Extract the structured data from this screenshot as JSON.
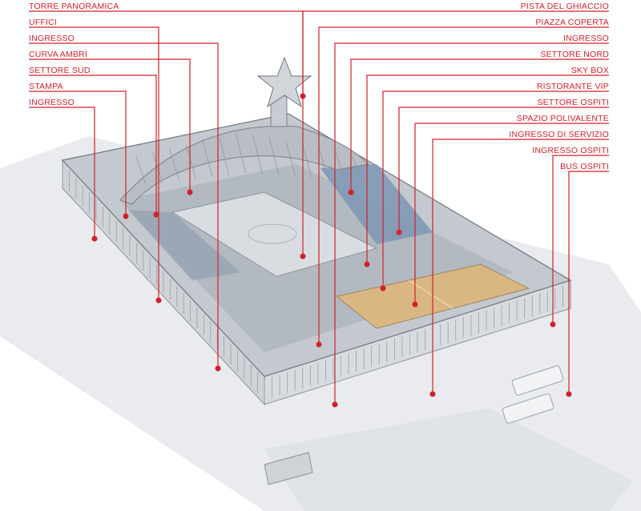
{
  "labels_left": [
    {
      "text": "TORRE PANORAMICA"
    },
    {
      "text": "UFFICI"
    },
    {
      "text": "INGRESSO"
    },
    {
      "text": "CURVA AMBRÌ"
    },
    {
      "text": "SETTORE SUD"
    },
    {
      "text": "STAMPA"
    },
    {
      "text": "INGRESSO"
    }
  ],
  "labels_right": [
    {
      "text": "PISTA DEL GHIACCIO"
    },
    {
      "text": "PIAZZA COPERTA"
    },
    {
      "text": "INGRESSO"
    },
    {
      "text": "SETTORE NORD"
    },
    {
      "text": "SKY BOX"
    },
    {
      "text": "RISTORANTE VIP"
    },
    {
      "text": "SETTORE OSPITI"
    },
    {
      "text": "SPAZIO POLIVALENTE"
    },
    {
      "text": "INGRESSO DI SERVIZIO"
    },
    {
      "text": "INGRESSO OSPITI"
    },
    {
      "text": "BUS OSPITI"
    }
  ],
  "colors": {
    "accent": "#d3202a",
    "ground": "#e9ebee",
    "roof": "#b9bec4",
    "court": "#d9b783",
    "seats": "#7e95b4"
  }
}
